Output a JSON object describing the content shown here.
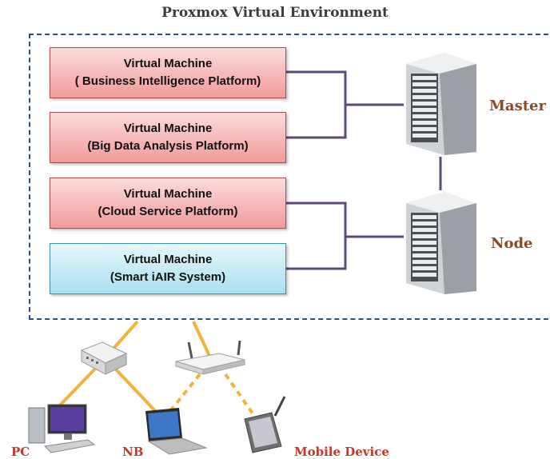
{
  "title": "Proxmox Virtual Environment",
  "vms": [
    {
      "line1": "Virtual Machine",
      "line2": "( Business Intelligence Platform)"
    },
    {
      "line1": "Virtual Machine",
      "line2": "(Big Data Analysis Platform)"
    },
    {
      "line1": "Virtual Machine",
      "line2": "(Cloud Service Platform)"
    },
    {
      "line1": "Virtual Machine",
      "line2": "(Smart iAIR System)"
    }
  ],
  "servers": {
    "master": "Master",
    "node": "Node"
  },
  "devices": {
    "pc": "PC",
    "nb": "NB",
    "mobile": "Mobile Device"
  },
  "colors": {
    "vm_red": "#f29a9a",
    "vm_blue": "#a9dff0",
    "link": "#5b4a7a",
    "network": "#f0b43c",
    "label": "#8b4a22",
    "device_label": "#c0392b"
  },
  "icons": [
    "server-icon",
    "switch-icon",
    "router-icon",
    "pc-icon",
    "laptop-icon",
    "tablet-icon"
  ]
}
